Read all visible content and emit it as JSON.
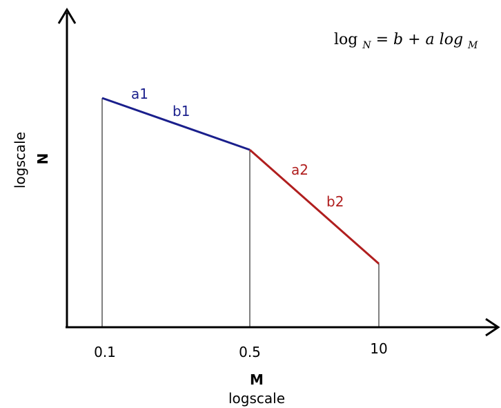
{
  "formula": {
    "lhs": "log",
    "lhs_sub": "N",
    "rhs_start": " = b + a log",
    "rhs_sub": "M"
  },
  "axes": {
    "x_label": "M",
    "x_sublabel": "logscale",
    "y_label": "N",
    "y_sublabel": "logscale",
    "x_ticks": [
      "0.1",
      "0.5",
      "10"
    ]
  },
  "segments": [
    {
      "label_a": "a1",
      "label_b": "b1",
      "color": "#1a1f8c"
    },
    {
      "label_a": "a2",
      "label_b": "b2",
      "color": "#b01e1e"
    }
  ],
  "colors": {
    "axis": "#000000",
    "segment1": "#1a1f8c",
    "segment2": "#b01e1e"
  }
}
